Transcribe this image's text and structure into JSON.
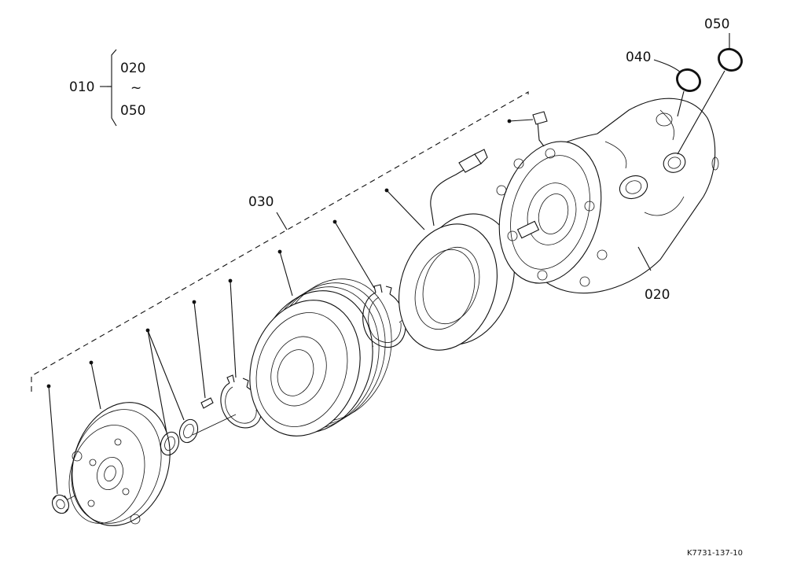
{
  "diagram": {
    "group": {
      "assembly": "010",
      "range_start": "020",
      "range_symbol": "~",
      "range_end": "050"
    },
    "labels": {
      "part_030": "030",
      "part_040": "040",
      "part_050": "050",
      "part_020": "020"
    },
    "reference_code": "K7731-137-10"
  }
}
